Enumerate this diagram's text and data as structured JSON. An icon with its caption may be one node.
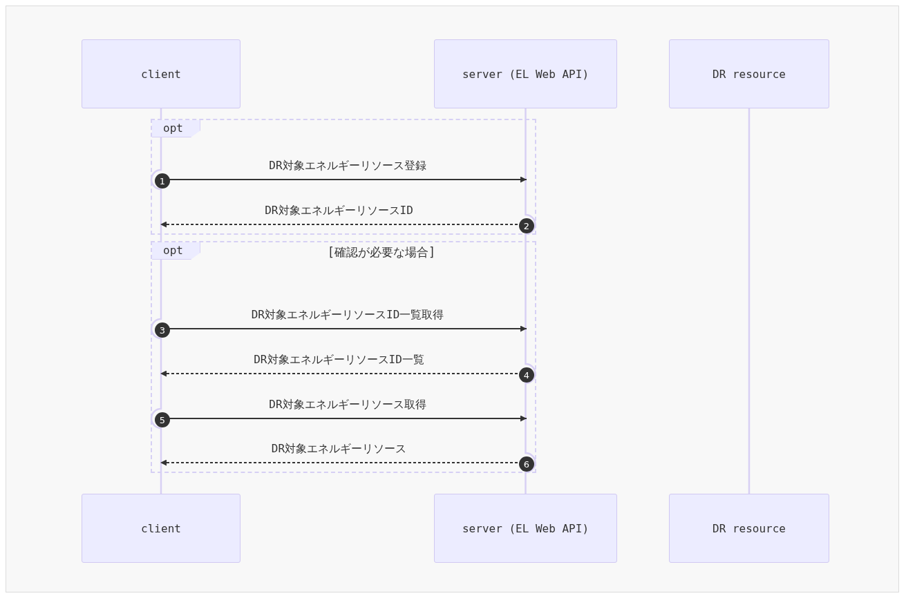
{
  "diagram": {
    "nodes": [
      {
        "text": [
          "client"
        ]
      },
      {
        "text": [
          "server (EL Web API)"
        ]
      },
      {
        "text": [
          "DR resource"
        ]
      },
      {
        "text": [
          "opt"
        ]
      },
      {
        "text": [
          "1"
        ],
        "in": 3
      },
      {
        "text": [
          "2"
        ],
        "in": 3
      },
      {
        "text": [
          "opt",
          "[確認が必要な場合]"
        ]
      },
      {
        "text": [
          "3"
        ],
        "in": 6
      },
      {
        "text": [
          "4"
        ],
        "in": 6
      },
      {
        "text": [
          "5"
        ],
        "in": 6
      },
      {
        "text": [
          "6"
        ],
        "in": 6
      },
      {
        "text": [
          "client"
        ]
      },
      {
        "text": [
          "server (EL Web API)"
        ]
      },
      {
        "text": [
          "DR resource"
        ]
      }
    ],
    "edges": [
      {
        "from": 0,
        "to": 11,
        "arrow": "none",
        "color": "#d8d0f4"
      },
      {
        "from": 1,
        "to": 12,
        "arrow": "none",
        "color": "#d8d0f4"
      },
      {
        "from": 2,
        "to": 13,
        "arrow": "none",
        "color": "#d8d0f4"
      },
      {
        "from": 4,
        "to": null,
        "arrow": "to",
        "label": "DR対象エネルギーリソース登録"
      },
      {
        "from": 5,
        "to": null,
        "arrow": "to",
        "label": "DR対象エネルギーリソースID",
        "style": "dashed"
      },
      {
        "from": 7,
        "to": null,
        "arrow": "to",
        "label": "DR対象エネルギーリソースID一覧取得"
      },
      {
        "from": 8,
        "to": null,
        "arrow": "to",
        "label": "DR対象エネルギーリソースID一覧",
        "style": "dashed"
      },
      {
        "from": 9,
        "to": null,
        "arrow": "to",
        "label": "DR対象エネルギーリソース取得"
      },
      {
        "from": 10,
        "to": null,
        "arrow": "to",
        "label": "DR対象エネルギーリソース",
        "style": "dashed"
      }
    ]
  }
}
